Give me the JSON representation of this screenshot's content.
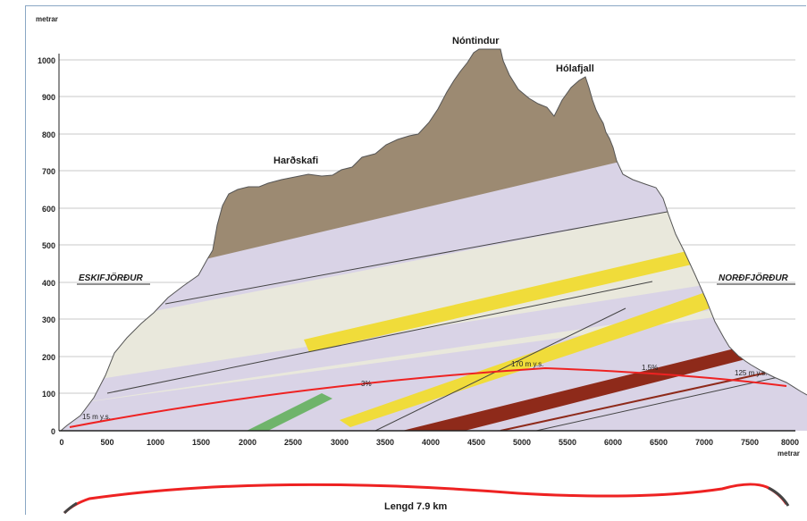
{
  "diagram": {
    "y_unit": "metrar",
    "x_unit": "metrar",
    "y_ticks": [
      "0",
      "100",
      "200",
      "300",
      "400",
      "500",
      "600",
      "700",
      "800",
      "900",
      "1000"
    ],
    "x_ticks": [
      "0",
      "500",
      "1000",
      "1500",
      "2000",
      "2500",
      "3000",
      "3500",
      "4000",
      "4500",
      "5000",
      "5500",
      "6000",
      "6500",
      "7000",
      "7500",
      "8000"
    ],
    "peaks": {
      "nontindur": "Nóntindur",
      "holafjall": "Hólafjall",
      "hardskafi": "Harðskafi"
    },
    "places": {
      "left": "ESKIFJÖRÐUR",
      "right": "NORÐFJÖRÐUR"
    },
    "annotations": {
      "left_portal": "15 m y.s.",
      "grade_left": "3%",
      "summit": "170 m y.s.",
      "grade_right": "1.5%",
      "right_portal": "125 m y.s."
    },
    "length_label": "Lengd 7.9 km",
    "colors": {
      "rock_top": "#9c8a72",
      "pale_layer": "#e9e8dc",
      "lavender_layer": "#d9d3e6",
      "yellow_dyke": "#f0dc3a",
      "green_layer": "#6fb46b",
      "red_layer": "#8e2a1a",
      "tunnel": "#ee2222"
    }
  }
}
